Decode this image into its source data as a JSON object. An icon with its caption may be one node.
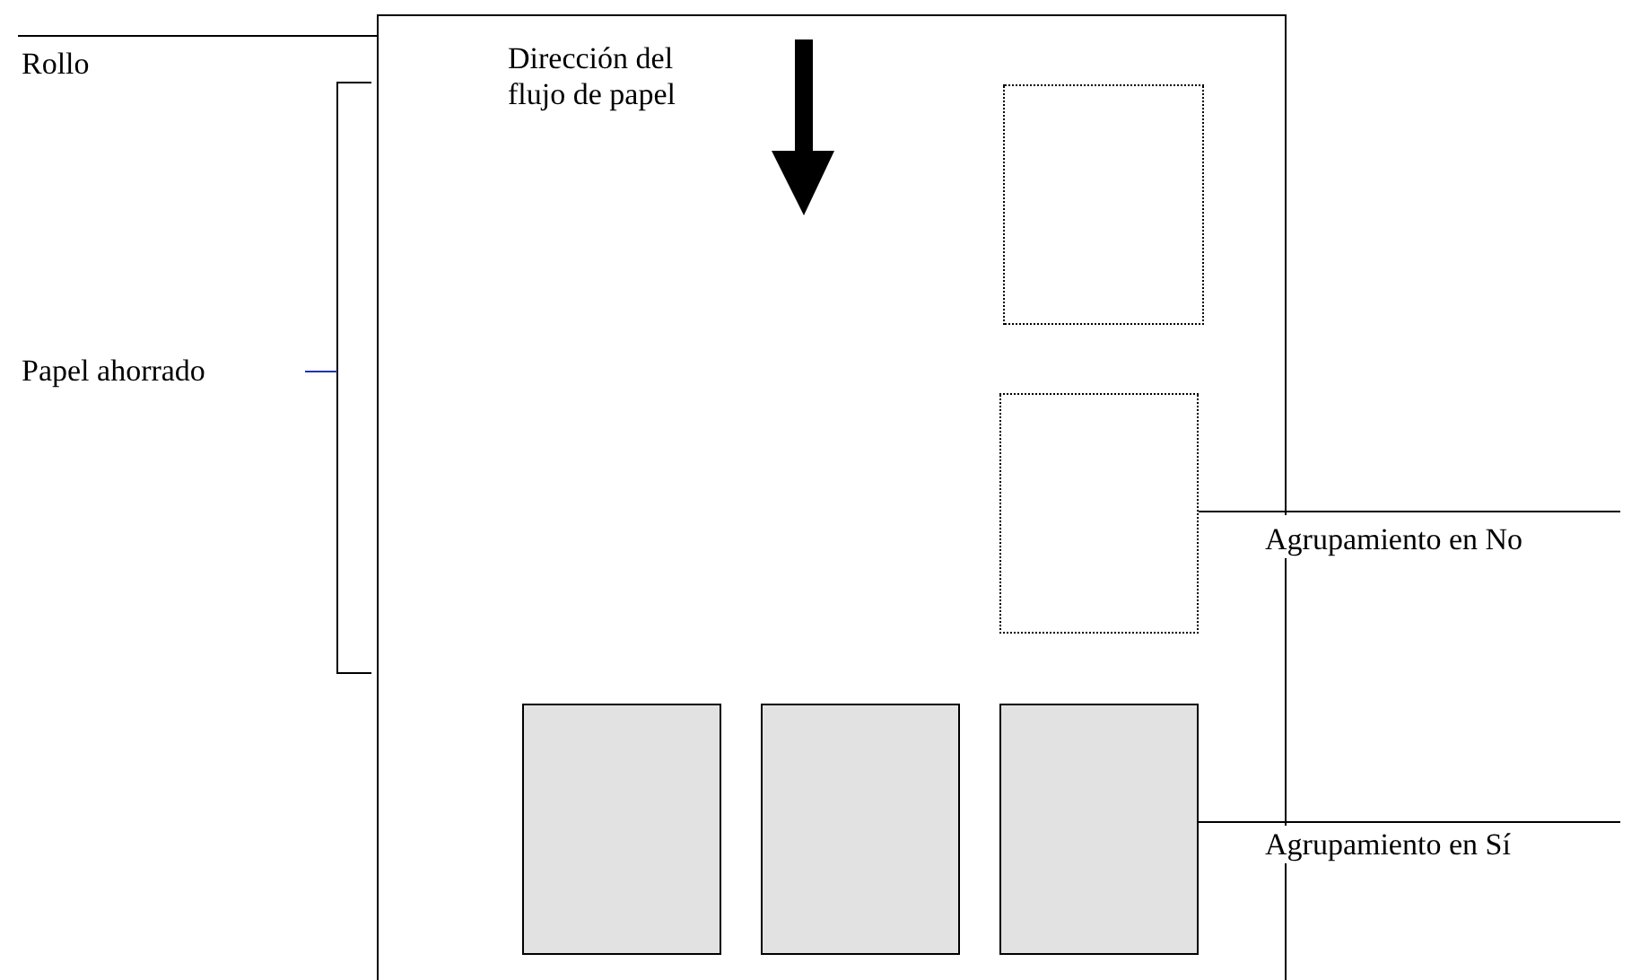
{
  "diagram": {
    "nodes": [
      {
        "text": [
          "Rollo"
        ]
      },
      {
        "text": [
          "Dirección del flujo de papel"
        ]
      },
      {
        "text": [
          "Papel ahorrado"
        ]
      },
      {
        "text": [],
        "shape": "box",
        "in": 1
      },
      {
        "text": [],
        "shape": "box",
        "in": 1
      },
      {
        "text": [
          "Agrupamiento en No"
        ]
      },
      {
        "text": [],
        "shape": "box",
        "in": 1
      },
      {
        "text": [],
        "shape": "box",
        "in": 1
      },
      {
        "text": [],
        "shape": "box",
        "in": 1
      },
      {
        "text": [
          "Agrupamiento en Sí"
        ]
      }
    ],
    "edges": [
      {
        "from": 0,
        "to": 1,
        "arrow": "none"
      },
      {
        "from": 2,
        "to": null,
        "arrow": "none",
        "color": "#2233aa"
      },
      {
        "from": 5,
        "to": 4,
        "arrow": "none"
      },
      {
        "from": 9,
        "to": 8,
        "arrow": "none"
      }
    ]
  }
}
